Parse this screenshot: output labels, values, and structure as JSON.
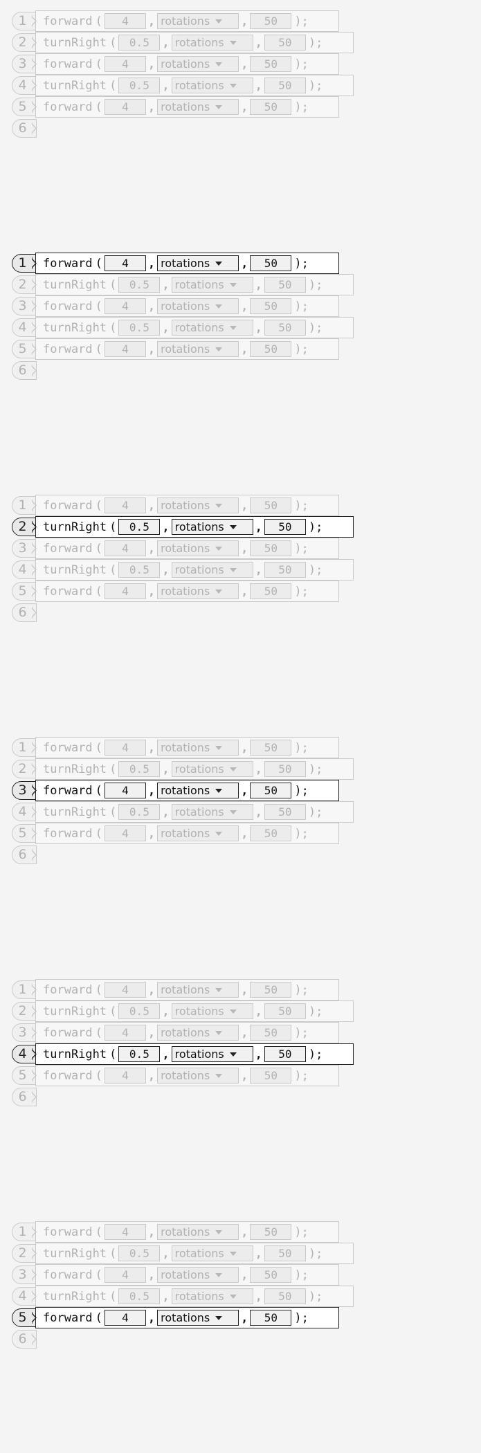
{
  "panels": [
    {
      "active_line": null,
      "lines": [
        {
          "number": "1",
          "command": "forward",
          "amount": "4",
          "unit": "rotations",
          "speed": "50"
        },
        {
          "number": "2",
          "command": "turnRight",
          "amount": "0.5",
          "unit": "rotations",
          "speed": "50"
        },
        {
          "number": "3",
          "command": "forward",
          "amount": "4",
          "unit": "rotations",
          "speed": "50"
        },
        {
          "number": "4",
          "command": "turnRight",
          "amount": "0.5",
          "unit": "rotations",
          "speed": "50"
        },
        {
          "number": "5",
          "command": "forward",
          "amount": "4",
          "unit": "rotations",
          "speed": "50"
        }
      ],
      "empty_line": "6"
    },
    {
      "active_line": 1,
      "lines": [
        {
          "number": "1",
          "command": "forward",
          "amount": "4",
          "unit": "rotations",
          "speed": "50"
        },
        {
          "number": "2",
          "command": "turnRight",
          "amount": "0.5",
          "unit": "rotations",
          "speed": "50"
        },
        {
          "number": "3",
          "command": "forward",
          "amount": "4",
          "unit": "rotations",
          "speed": "50"
        },
        {
          "number": "4",
          "command": "turnRight",
          "amount": "0.5",
          "unit": "rotations",
          "speed": "50"
        },
        {
          "number": "5",
          "command": "forward",
          "amount": "4",
          "unit": "rotations",
          "speed": "50"
        }
      ],
      "empty_line": "6"
    },
    {
      "active_line": 2,
      "lines": [
        {
          "number": "1",
          "command": "forward",
          "amount": "4",
          "unit": "rotations",
          "speed": "50"
        },
        {
          "number": "2",
          "command": "turnRight",
          "amount": "0.5",
          "unit": "rotations",
          "speed": "50"
        },
        {
          "number": "3",
          "command": "forward",
          "amount": "4",
          "unit": "rotations",
          "speed": "50"
        },
        {
          "number": "4",
          "command": "turnRight",
          "amount": "0.5",
          "unit": "rotations",
          "speed": "50"
        },
        {
          "number": "5",
          "command": "forward",
          "amount": "4",
          "unit": "rotations",
          "speed": "50"
        }
      ],
      "empty_line": "6"
    },
    {
      "active_line": 3,
      "lines": [
        {
          "number": "1",
          "command": "forward",
          "amount": "4",
          "unit": "rotations",
          "speed": "50"
        },
        {
          "number": "2",
          "command": "turnRight",
          "amount": "0.5",
          "unit": "rotations",
          "speed": "50"
        },
        {
          "number": "3",
          "command": "forward",
          "amount": "4",
          "unit": "rotations",
          "speed": "50"
        },
        {
          "number": "4",
          "command": "turnRight",
          "amount": "0.5",
          "unit": "rotations",
          "speed": "50"
        },
        {
          "number": "5",
          "command": "forward",
          "amount": "4",
          "unit": "rotations",
          "speed": "50"
        }
      ],
      "empty_line": "6"
    },
    {
      "active_line": 4,
      "lines": [
        {
          "number": "1",
          "command": "forward",
          "amount": "4",
          "unit": "rotations",
          "speed": "50"
        },
        {
          "number": "2",
          "command": "turnRight",
          "amount": "0.5",
          "unit": "rotations",
          "speed": "50"
        },
        {
          "number": "3",
          "command": "forward",
          "amount": "4",
          "unit": "rotations",
          "speed": "50"
        },
        {
          "number": "4",
          "command": "turnRight",
          "amount": "0.5",
          "unit": "rotations",
          "speed": "50"
        },
        {
          "number": "5",
          "command": "forward",
          "amount": "4",
          "unit": "rotations",
          "speed": "50"
        }
      ],
      "empty_line": "6"
    },
    {
      "active_line": 5,
      "lines": [
        {
          "number": "1",
          "command": "forward",
          "amount": "4",
          "unit": "rotations",
          "speed": "50"
        },
        {
          "number": "2",
          "command": "turnRight",
          "amount": "0.5",
          "unit": "rotations",
          "speed": "50"
        },
        {
          "number": "3",
          "command": "forward",
          "amount": "4",
          "unit": "rotations",
          "speed": "50"
        },
        {
          "number": "4",
          "command": "turnRight",
          "amount": "0.5",
          "unit": "rotations",
          "speed": "50"
        },
        {
          "number": "5",
          "command": "forward",
          "amount": "4",
          "unit": "rotations",
          "speed": "50"
        }
      ],
      "empty_line": "6"
    }
  ],
  "syntax": {
    "open_paren": "(",
    "comma": ",",
    "close": ");"
  },
  "icons": {
    "dropdown": "chevron-down-icon",
    "line_connector": "notch-icon"
  },
  "colors": {
    "background": "#f4f4f4",
    "inactive_text": "#b2b2b2",
    "inactive_border": "#c9c9c9",
    "active_text": "#111111",
    "active_border": "#222222"
  }
}
